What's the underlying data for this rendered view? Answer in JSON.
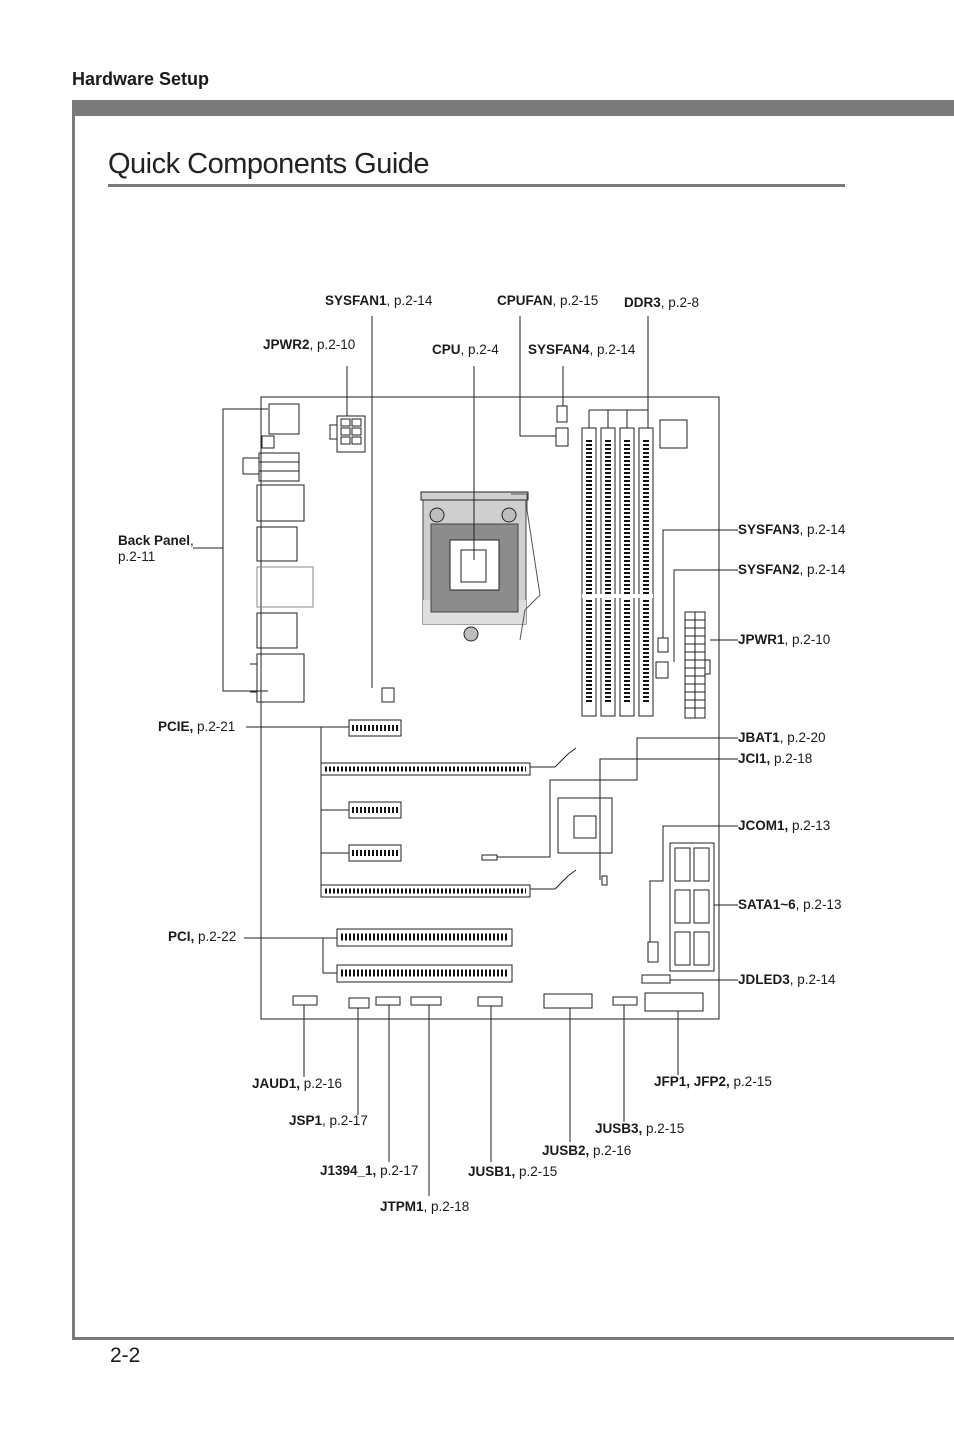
{
  "header": {
    "section": "Hardware Setup"
  },
  "page": {
    "title": "Quick Components Guide",
    "number": "2-2"
  },
  "labels": {
    "sysfan1": {
      "name": "SYSFAN1",
      "sep": ",",
      "page": " p.2-14"
    },
    "cpufan": {
      "name": "CPUFAN",
      "sep": ",",
      "page": " p.2-15"
    },
    "ddr3": {
      "name": "DDR3",
      "sep": ",",
      "page": " p.2-8"
    },
    "jpwr2": {
      "name": "JPWR2",
      "sep": ",",
      "page": " p.2-10"
    },
    "cpu": {
      "name": "CPU",
      "sep": ",",
      "page": " p.2-4"
    },
    "sysfan4": {
      "name": "SYSFAN4",
      "sep": ",",
      "page": " p.2-14"
    },
    "backpanel": {
      "name": "Back Panel",
      "sep": ",",
      "page": "p.2-11"
    },
    "sysfan3": {
      "name": "SYSFAN3",
      "sep": ",",
      "page": " p.2-14"
    },
    "sysfan2": {
      "name": "SYSFAN2",
      "sep": ",",
      "page": " p.2-14"
    },
    "jpwr1": {
      "name": "JPWR1",
      "sep": ",",
      "page": " p.2-10"
    },
    "pcie": {
      "name": "PCIE,",
      "sep": "",
      "page": " p.2-21"
    },
    "jbat1": {
      "name": "JBAT1",
      "sep": ",",
      "page": " p.2-20"
    },
    "jci1": {
      "name": "JCI1,",
      "sep": "",
      "page": " p.2-18"
    },
    "jcom1": {
      "name": "JCOM1,",
      "sep": "",
      "page": " p.2-13"
    },
    "sata": {
      "name": "SATA1~6",
      "sep": ",",
      "page": " p.2-13"
    },
    "pci": {
      "name": "PCI,",
      "sep": "",
      "page": " p.2-22"
    },
    "jdled3": {
      "name": "JDLED3",
      "sep": ",",
      "page": " p.2-14"
    },
    "jaud1": {
      "name": "JAUD1,",
      "sep": "",
      "page": " p.2-16"
    },
    "jfp": {
      "name": "JFP1, JFP2,",
      "sep": "",
      "page": " p.2-15"
    },
    "jsp1": {
      "name": "JSP1",
      "sep": ",",
      "page": " p.2-17"
    },
    "jusb3": {
      "name": "JUSB3,",
      "sep": "",
      "page": " p.2-15"
    },
    "jusb2": {
      "name": "JUSB2,",
      "sep": "",
      "page": " p.2-16"
    },
    "j1394": {
      "name": "J1394_1,",
      "sep": "",
      "page": " p.2-17"
    },
    "jusb1": {
      "name": "JUSB1,",
      "sep": "",
      "page": " p.2-15"
    },
    "jtpm1": {
      "name": "JTPM1",
      "sep": ",",
      "page": " p.2-18"
    }
  }
}
